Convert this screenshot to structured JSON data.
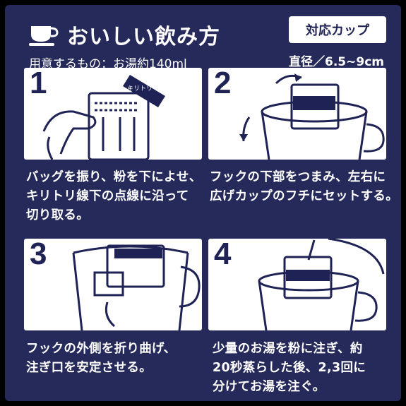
{
  "header": {
    "title": "おいしい飲み方",
    "cup_badge": "対応カップ",
    "prep_note": "用意するもの：お湯約140ml",
    "diameter": "直径／6.5~9cm",
    "icon": "coffee-cup-icon"
  },
  "steps": [
    {
      "number": "1",
      "lines": [
        "バッグを振り、粉を下によせ、",
        "キリトリ線下の点線に沿って",
        "切り取る。"
      ],
      "art_label": "キリトリ"
    },
    {
      "number": "2",
      "lines": [
        "フックの下部をつまみ、左右に",
        "広げカップのフチにセットする。"
      ]
    },
    {
      "number": "3",
      "lines": [
        "フックの外側を折り曲げ、",
        "注ぎ口を安定させる。"
      ]
    },
    {
      "number": "4",
      "lines": [
        "少量のお湯を粉に注ぎ、約",
        "20秒蒸らした後、2,3回に",
        "分けてお湯を注ぐ。"
      ]
    }
  ],
  "colors": {
    "background": "#262a5a",
    "panel": "#ffffff",
    "ink": "#1e2254"
  }
}
